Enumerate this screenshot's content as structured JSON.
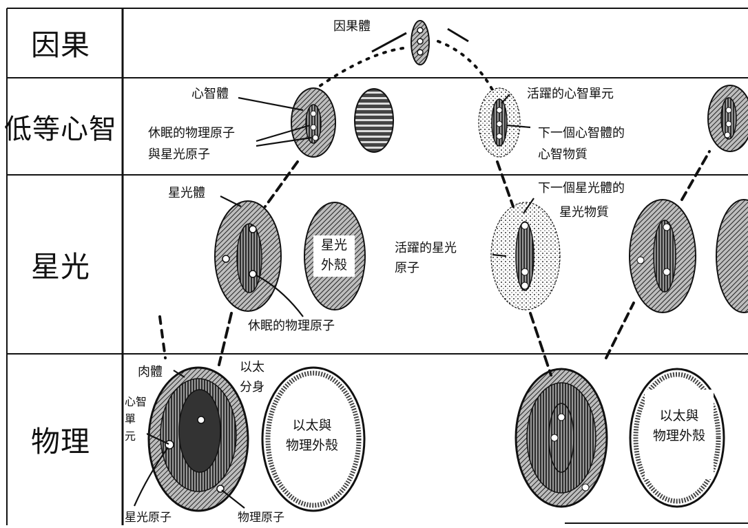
{
  "rows": {
    "causal": "因果",
    "lower_mental": "低等心智",
    "astral": "星光",
    "physical": "物理"
  },
  "labels": {
    "causal_body": "因果體",
    "mental_body": "心智體",
    "dormant_physical_astral_atoms": [
      "休眠的物理原子",
      "與星光原子"
    ],
    "active_mental_unit": "活躍的心智單元",
    "next_mental_matter": [
      "下一個心智體的",
      "心智物質"
    ],
    "astral_body": "星光體",
    "next_astral_matter": [
      "下一個星光體的",
      "星光物質"
    ],
    "astral_shell": [
      "星光",
      "外殼"
    ],
    "active_astral_atom": [
      "活躍的星光",
      "原子"
    ],
    "dormant_physical_atom": "休眠的物理原子",
    "flesh_body": "肉體",
    "etheric_double": [
      "以太",
      "分身"
    ],
    "mental_unit_vertical": [
      "心智",
      "單",
      "元"
    ],
    "etheric_physical_shell_1": [
      "以太與",
      "物理外殼"
    ],
    "etheric_physical_shell_2": [
      "以太與",
      "物理外殼"
    ],
    "astral_atom": "星光原子",
    "physical_atom": "物理原子"
  }
}
